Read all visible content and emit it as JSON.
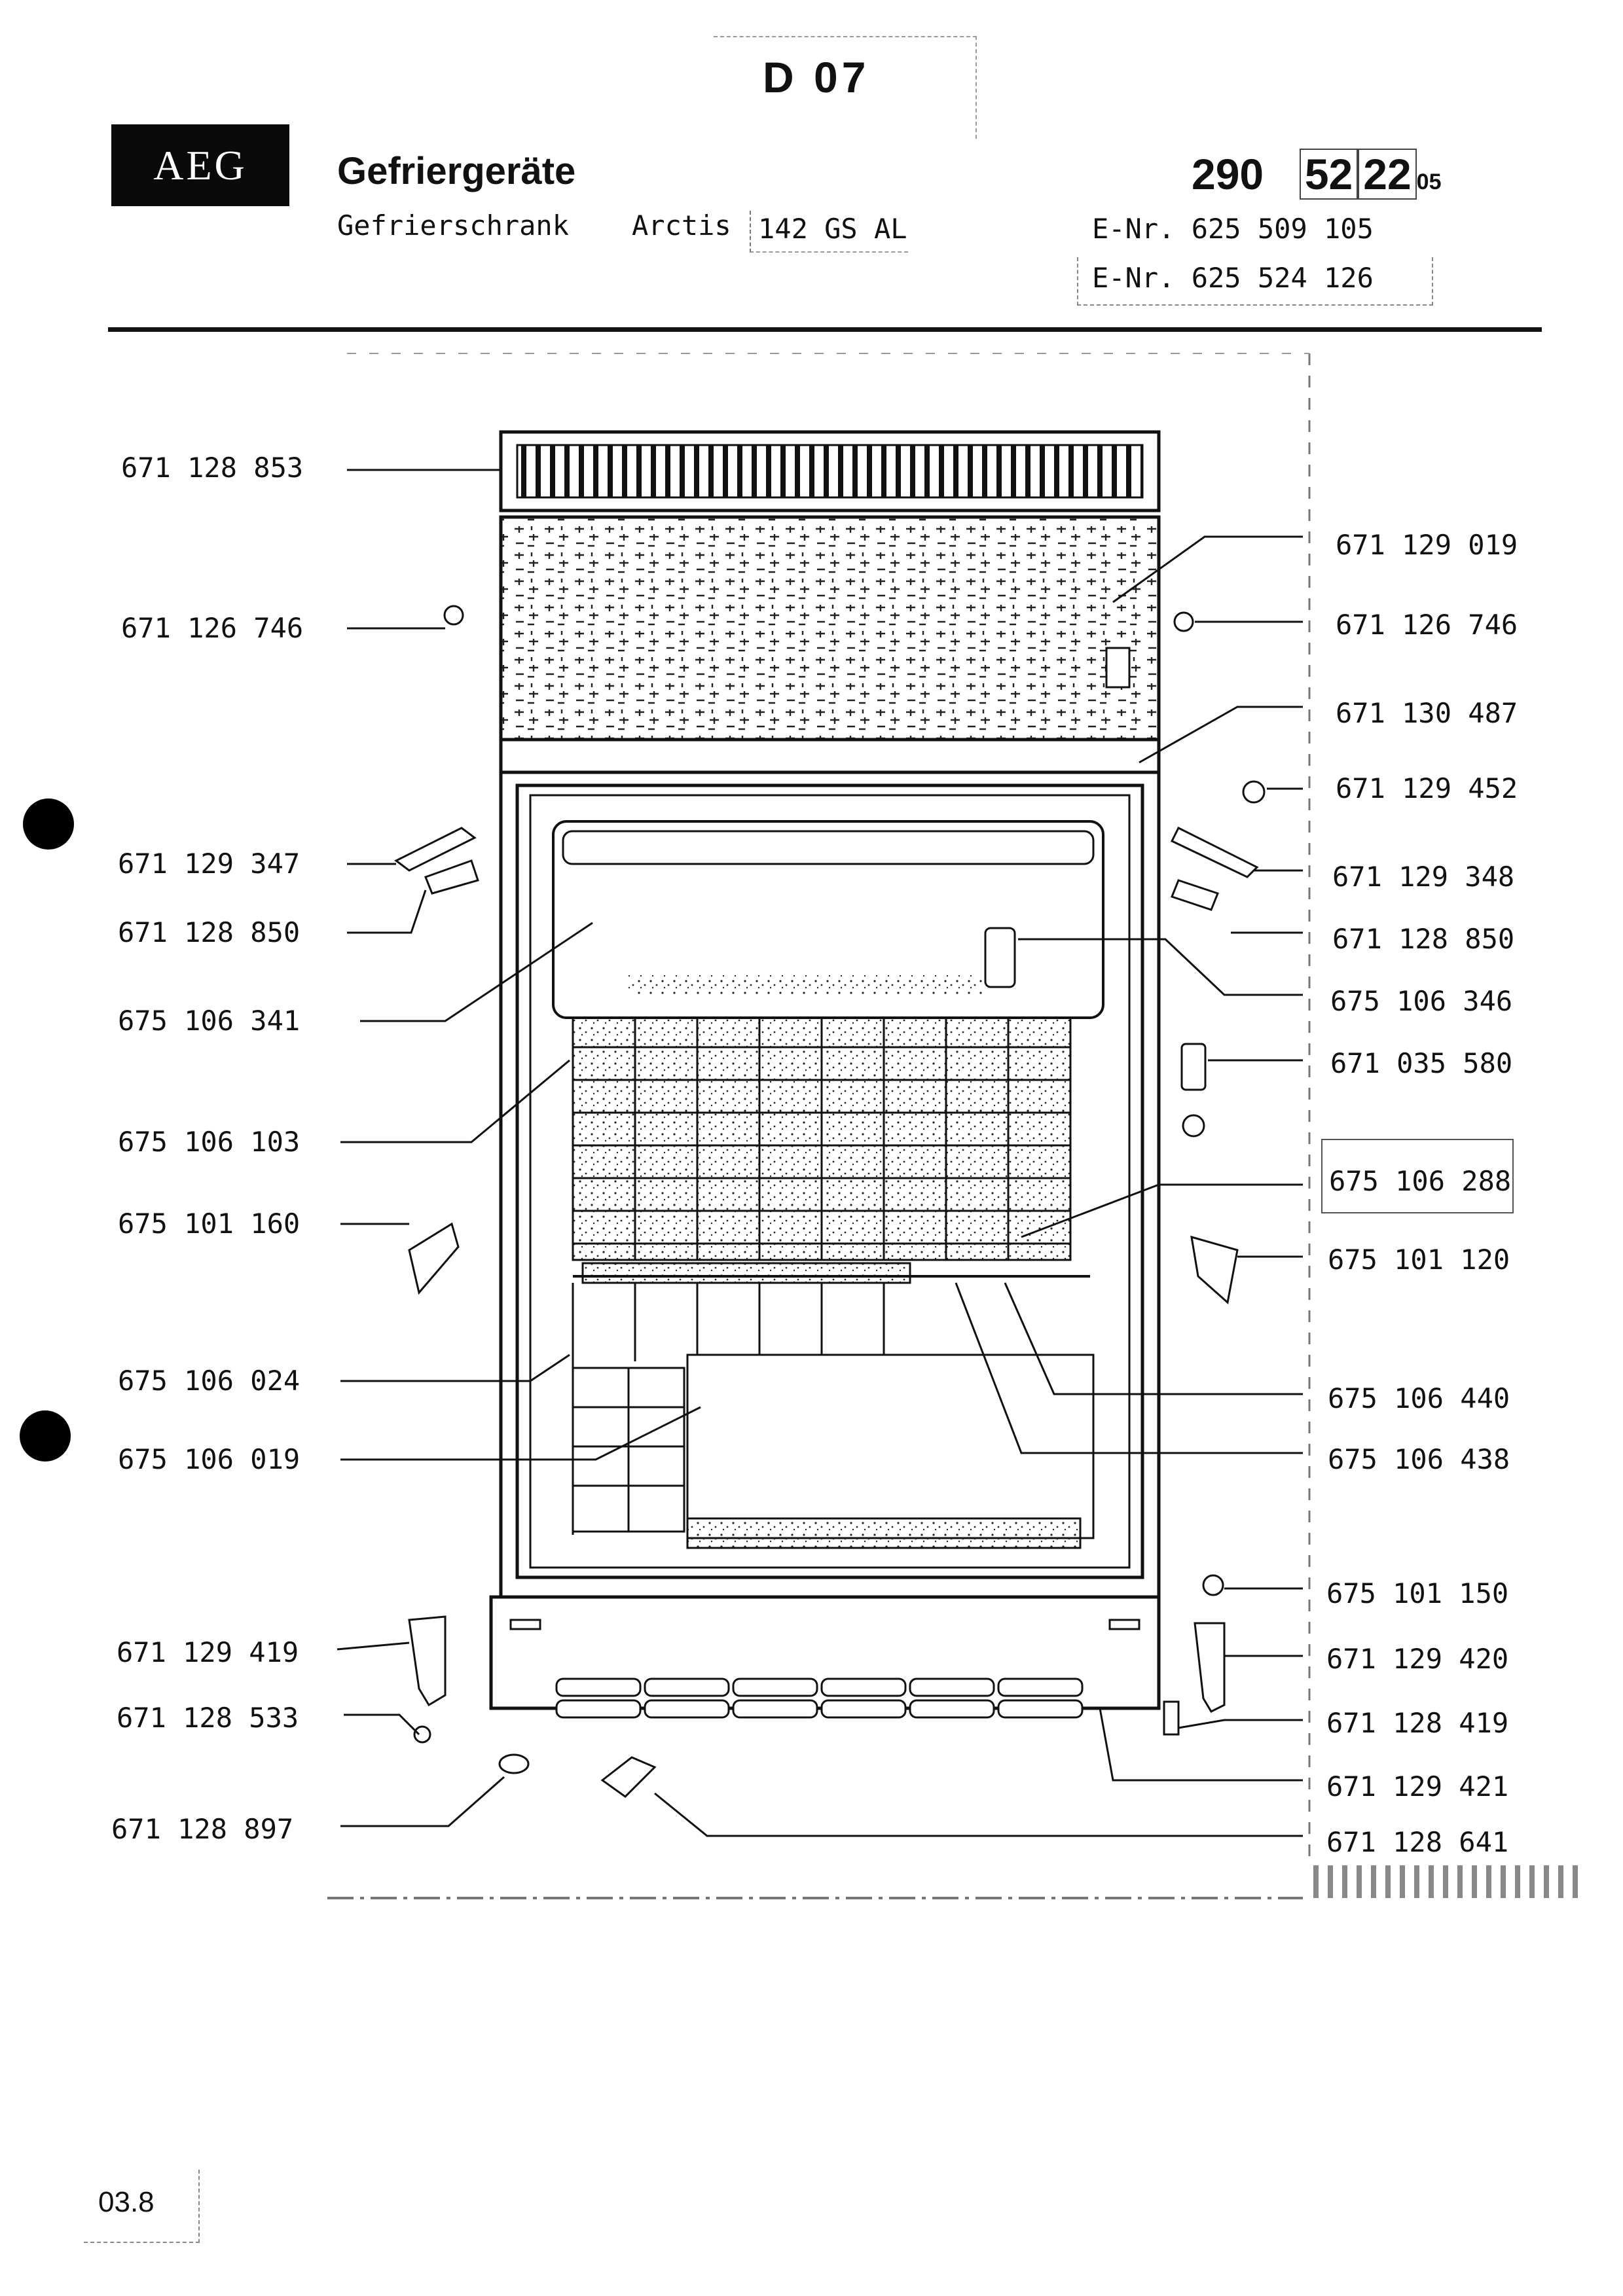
{
  "header": {
    "page_code": "D 07",
    "brand_logo": "AEG",
    "category": "Gefriergeräte",
    "appliance_type": "Gefrierschrank",
    "brand_line": "Arctis",
    "model": "142 GS AL",
    "doc_number": {
      "main": "290",
      "boxed_a": "52",
      "boxed_b": "22",
      "suffix": "05"
    },
    "e_numbers": [
      {
        "label": "E-Nr.",
        "value": "625 509 105"
      },
      {
        "label": "E-Nr.",
        "value": "625 524 126"
      }
    ]
  },
  "parts_left": [
    {
      "number": "671 128 853"
    },
    {
      "number": "671 126 746"
    },
    {
      "number": "671 129 347"
    },
    {
      "number": "671 128 850"
    },
    {
      "number": "675 106 341"
    },
    {
      "number": "675 106 103"
    },
    {
      "number": "675 101 160"
    },
    {
      "number": "675 106 024"
    },
    {
      "number": "675 106 019"
    },
    {
      "number": "671 129 419"
    },
    {
      "number": "671 128 533"
    },
    {
      "number": "671 128 897"
    }
  ],
  "parts_right": [
    {
      "number": "671 129 019"
    },
    {
      "number": "671 126 746"
    },
    {
      "number": "671 130 487"
    },
    {
      "number": "671 129 452"
    },
    {
      "number": "671 129 348"
    },
    {
      "number": "671 128 850"
    },
    {
      "number": "675 106 346"
    },
    {
      "number": "671 035 580"
    },
    {
      "number": "675 106 288"
    },
    {
      "number": "675 101 120"
    },
    {
      "number": "675 106 440"
    },
    {
      "number": "675 106 438"
    },
    {
      "number": "675 101 150"
    },
    {
      "number": "671 129 420"
    },
    {
      "number": "671 128 419"
    },
    {
      "number": "671 129 421"
    },
    {
      "number": "671 128 641"
    }
  ],
  "footer": {
    "page_ref": "03.8"
  }
}
